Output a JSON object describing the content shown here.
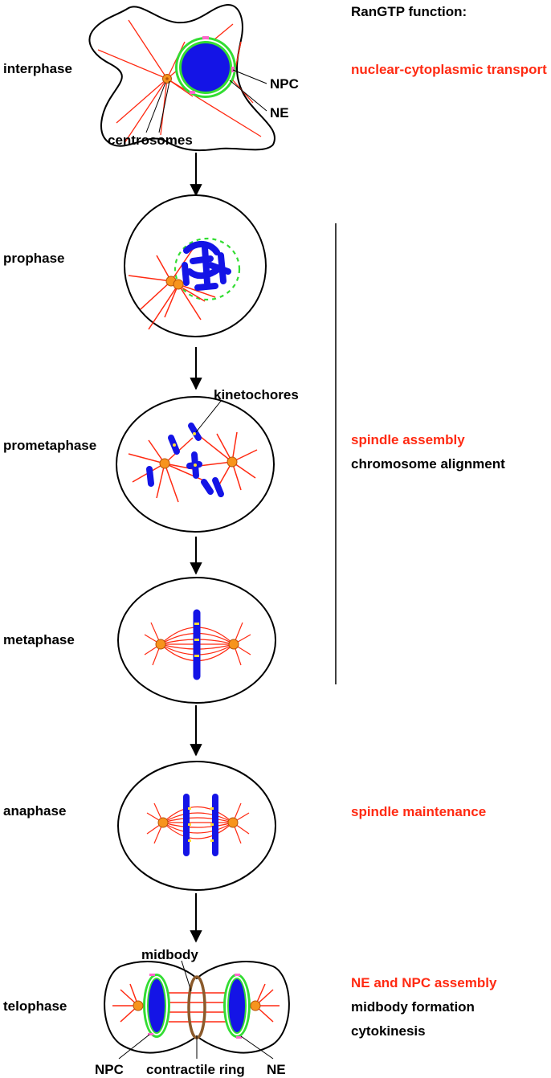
{
  "header": {
    "title": "RanGTP function:"
  },
  "stages": [
    {
      "name": "interphase"
    },
    {
      "name": "prophase"
    },
    {
      "name": "prometaphase"
    },
    {
      "name": "metaphase"
    },
    {
      "name": "anaphase"
    },
    {
      "name": "telophase"
    }
  ],
  "functions": {
    "transport": "nuclear-cytoplasmic transport",
    "spindle_assembly": "spindle assembly",
    "chromosome_alignment": "chromosome alignment",
    "spindle_maintenance": "spindle maintenance",
    "ne_npc_assembly": "NE and NPC assembly",
    "midbody_formation": "midbody formation",
    "cytokinesis": "cytokinesis"
  },
  "labels": {
    "npc": "NPC",
    "ne": "NE",
    "centrosomes": "centrosomes",
    "kinetochores": "kinetochores",
    "midbody": "midbody",
    "npc_bottom": "NPC",
    "contractile_ring": "contractile ring",
    "ne_bottom": "NE"
  },
  "colors": {
    "function_highlight": "#ff2a12",
    "chromatin": "#1414e6",
    "nuclear_envelope": "#33dd33",
    "microtubule": "#ff2a12",
    "centrosome": "#f7941d",
    "npc": "#ff66cc",
    "contractile_ring": "#8b5a2b"
  }
}
